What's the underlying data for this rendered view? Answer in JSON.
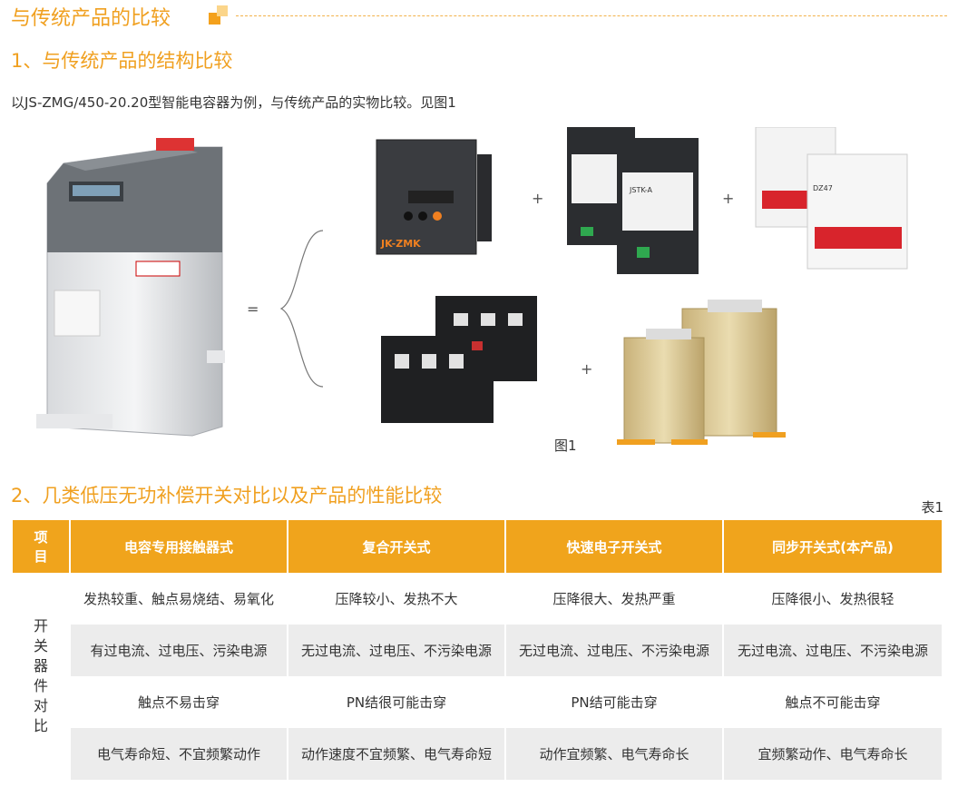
{
  "header": {
    "title": "与传统产品的比较"
  },
  "section1": {
    "title": "1、与传统产品的结构比较",
    "intro": "以JS-ZMG/450-20.20型智能电容器为例，与传统产品的实物比较。见图1"
  },
  "figure": {
    "caption": "图1",
    "equals": "=",
    "plus": "+",
    "controller_brand": "JK-ZMK",
    "switch_label": "JSTK-A",
    "breaker_label": "DZ47",
    "icons": [
      "smart-capacitor",
      "reactive-power-controller",
      "compound-switch",
      "circuit-breaker",
      "thermal-relay",
      "traditional-capacitor"
    ]
  },
  "section2": {
    "title": "2、几类低压无功补偿开关对比以及产品的性能比较",
    "table_label": "表1"
  },
  "table": {
    "headers": [
      "项目",
      "电容专用接触器式",
      "复合开关式",
      "快速电子开关式",
      "同步开关式(本产品)"
    ],
    "row_group": "开关器件对比",
    "rows": [
      [
        "发热较重、触点易烧结、易氧化",
        "压降较小、发热不大",
        "压降很大、发热严重",
        "压降很小、发热很轻"
      ],
      [
        "有过电流、过电压、污染电源",
        "无过电流、过电压、不污染电源",
        "无过电流、过电压、不污染电源",
        "无过电流、过电压、不污染电源"
      ],
      [
        "触点不易击穿",
        "PN结很可能击穿",
        "PN结可能击穿",
        "触点不可能击穿"
      ],
      [
        "电气寿命短、不宜频繁动作",
        "动作速度不宜频繁、电气寿命短",
        "动作宜频繁、电气寿命长",
        "宜频繁动作、电气寿命长"
      ]
    ]
  },
  "colors": {
    "accent": "#f0a020",
    "header_bg": "#f0a41c",
    "stripe": "#ececec"
  }
}
